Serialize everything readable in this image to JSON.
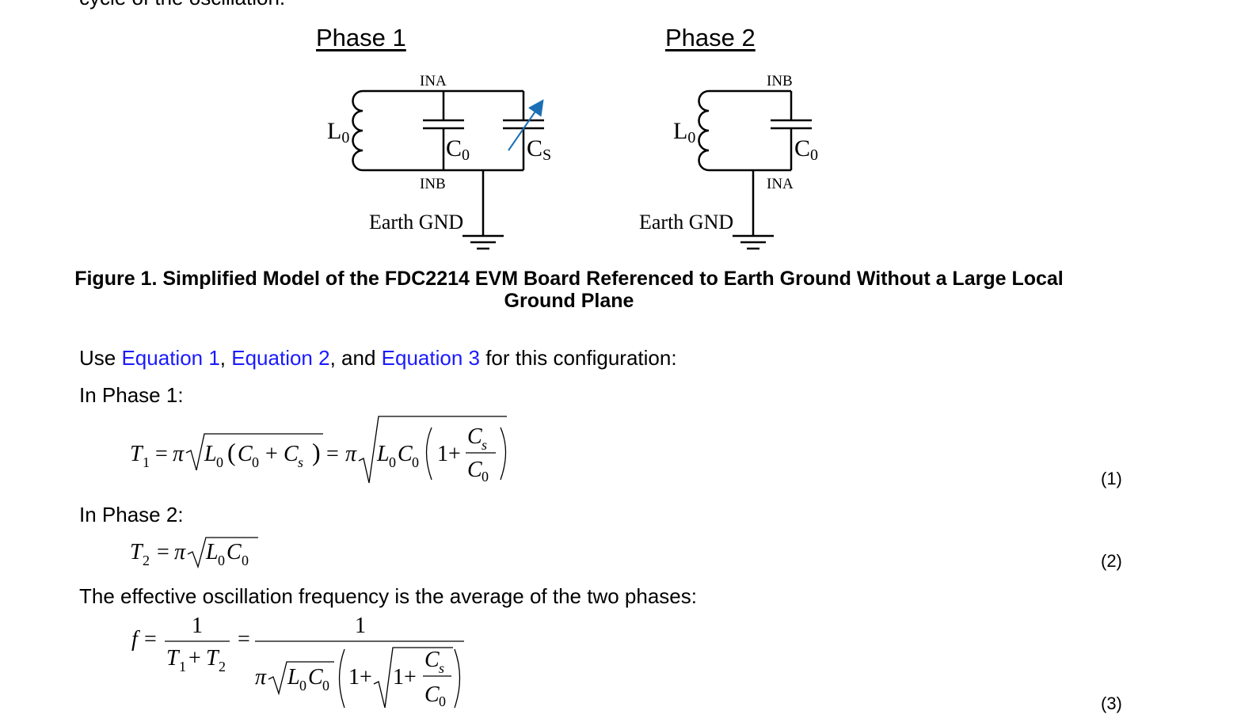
{
  "top_fragment": "cycle of the oscillation.",
  "figure": {
    "phase1_title": "Phase 1",
    "phase2_title": "Phase 2",
    "phase1": {
      "top_label": "INA",
      "bottom_label": "INB",
      "inductor": "L",
      "inductor_sub": "0",
      "cap0": "C",
      "cap0_sub": "0",
      "caps": "C",
      "caps_sub": "S",
      "ground": "Earth GND"
    },
    "phase2": {
      "top_label": "INB",
      "bottom_label": "INA",
      "inductor": "L",
      "inductor_sub": "0",
      "cap0": "C",
      "cap0_sub": "0",
      "ground": "Earth GND"
    },
    "caption_line1": "Figure 1. Simplified Model of the FDC2214 EVM Board Referenced to Earth Ground Without a Large Local",
    "caption_line2": "Ground Plane",
    "colors": {
      "variable_arrow": "#1a6fb5",
      "link": "#1a1aff"
    }
  },
  "intro": {
    "prefix": "Use ",
    "link1": "Equation 1",
    "sep1": ", ",
    "link2": "Equation 2",
    "sep2": ", and ",
    "link3": "Equation 3",
    "suffix": " for this configuration:"
  },
  "phase1_label": "In Phase 1:",
  "phase2_label": "In Phase 2:",
  "freq_label": "The effective oscillation frequency is the average of the two phases:",
  "equations": {
    "eq1_number": "(1)",
    "eq2_number": "(2)",
    "eq3_number": "(3)",
    "symbols": {
      "T": "T",
      "one": "1",
      "two": "2",
      "eq": "=",
      "pi": "π",
      "L": "L",
      "C": "C",
      "zero": "0",
      "s": "s",
      "plus": "+",
      "f": "f",
      "lparen": "(",
      "rparen": ")"
    }
  }
}
